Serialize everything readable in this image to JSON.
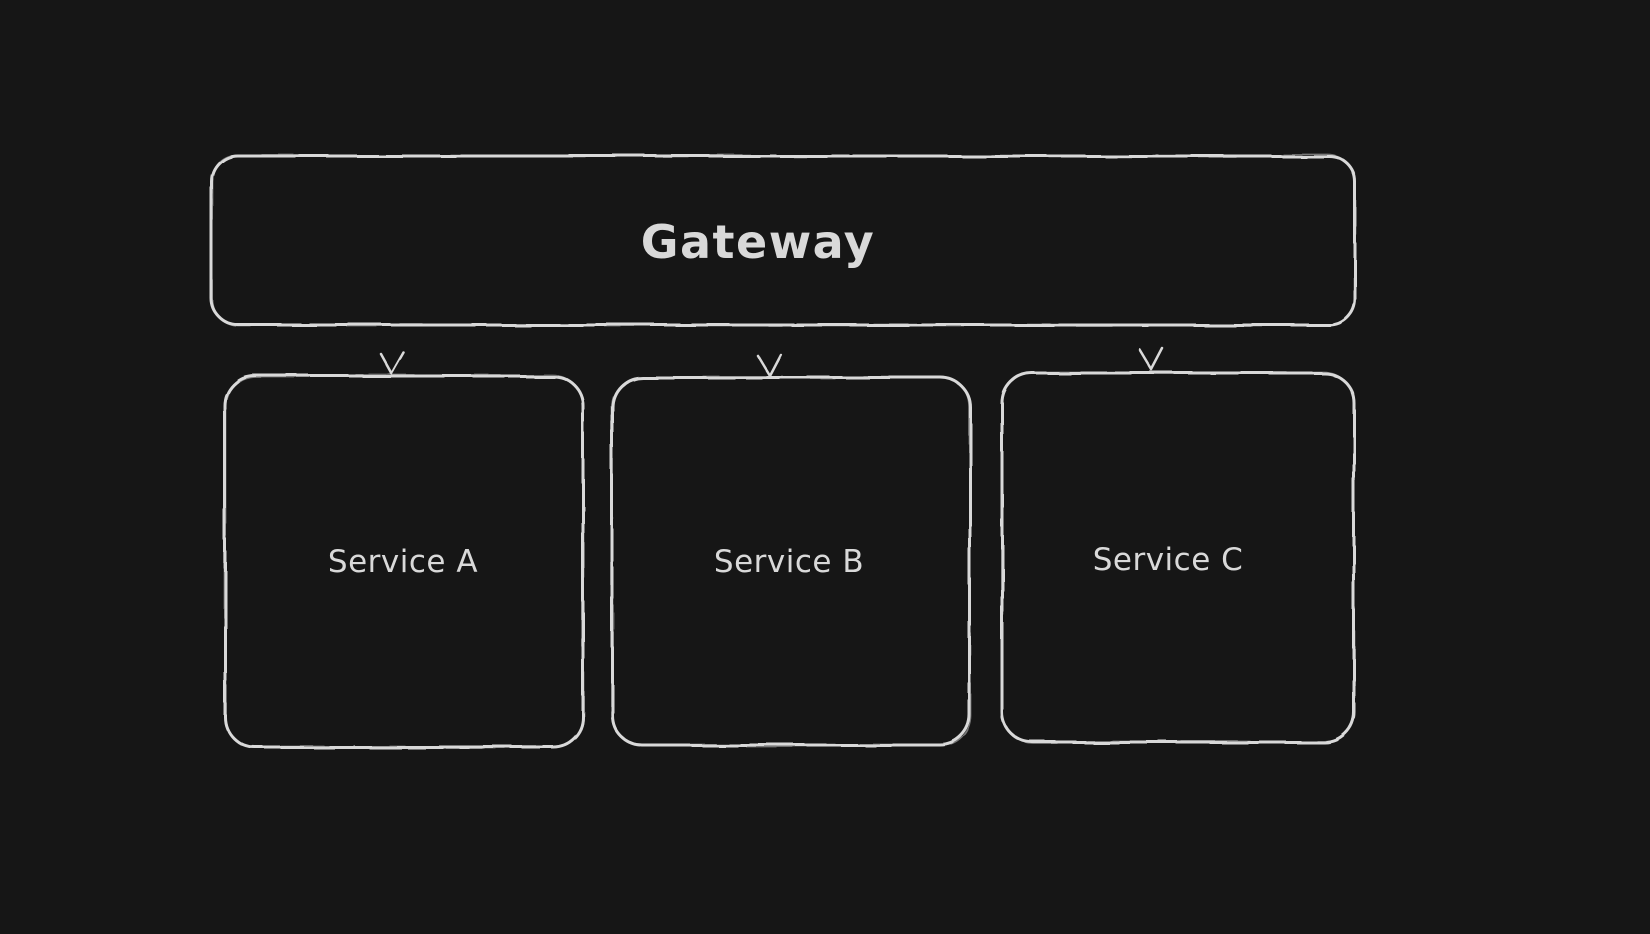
{
  "canvas": {
    "background": "#161616",
    "stroke_color": "#d9d9d9",
    "text_color": "#d9d9d9"
  },
  "diagram": {
    "type": "flowchart",
    "gateway": {
      "label": "Gateway"
    },
    "services": [
      {
        "label": "Service A"
      },
      {
        "label": "Service B"
      },
      {
        "label": "Service C"
      }
    ],
    "edges": [
      {
        "from": "Gateway",
        "to": "Service A"
      },
      {
        "from": "Gateway",
        "to": "Service B"
      },
      {
        "from": "Gateway",
        "to": "Service C"
      }
    ]
  }
}
